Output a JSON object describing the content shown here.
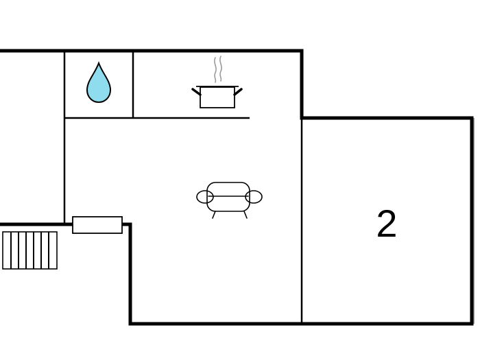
{
  "floorplan": {
    "rooms": [
      {
        "id": "bathroom",
        "icon": "water-drop-icon"
      },
      {
        "id": "kitchen",
        "icon": "cooking-pot-icon"
      },
      {
        "id": "living-room",
        "icon": "armchair-icon"
      },
      {
        "id": "bedroom",
        "label": "2"
      }
    ],
    "fixtures": [
      "radiator-icon",
      "stairs-icon"
    ],
    "colors": {
      "wall": "#000000",
      "water_drop_fill": "#8fdcef",
      "steam": "#9a9a9a",
      "shadow_edge": "#9e9e9e",
      "background": "#ffffff"
    }
  }
}
